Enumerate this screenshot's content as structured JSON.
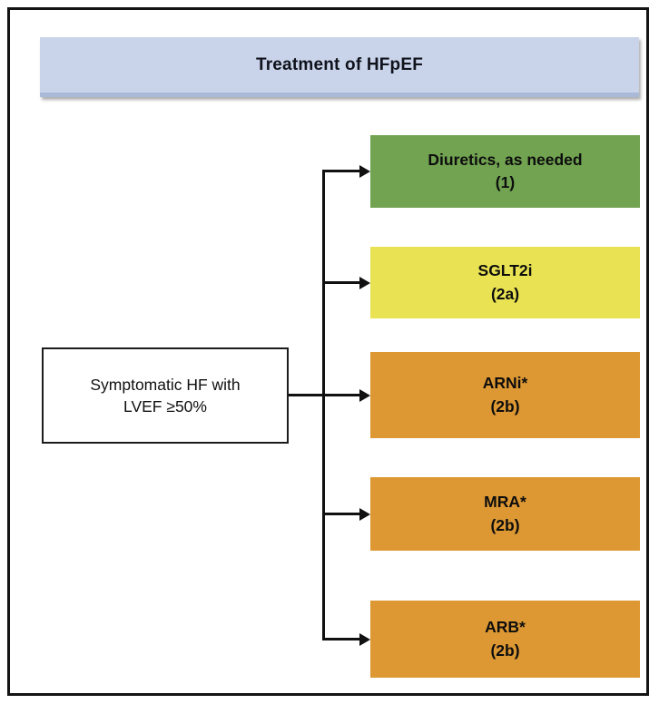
{
  "title": "Treatment of HFpEF",
  "source": {
    "line1": "Symptomatic HF with",
    "line2": "LVEF ≥50%"
  },
  "treatments": [
    {
      "name": "Diuretics, as needed",
      "class_label": "(1)",
      "color": "#71a351"
    },
    {
      "name": "SGLT2i",
      "class_label": "(2a)",
      "color": "#e9e353"
    },
    {
      "name": "ARNi*",
      "class_label": "(2b)",
      "color": "#dd9833"
    },
    {
      "name": "MRA*",
      "class_label": "(2b)",
      "color": "#dd9833"
    },
    {
      "name": "ARB*",
      "class_label": "(2b)",
      "color": "#dd9833"
    }
  ],
  "colors": {
    "title_bar": "#c9d4ea",
    "title_bar_shadow": "#a9bad9",
    "connector": "#111111",
    "frame_border": "#141414"
  }
}
